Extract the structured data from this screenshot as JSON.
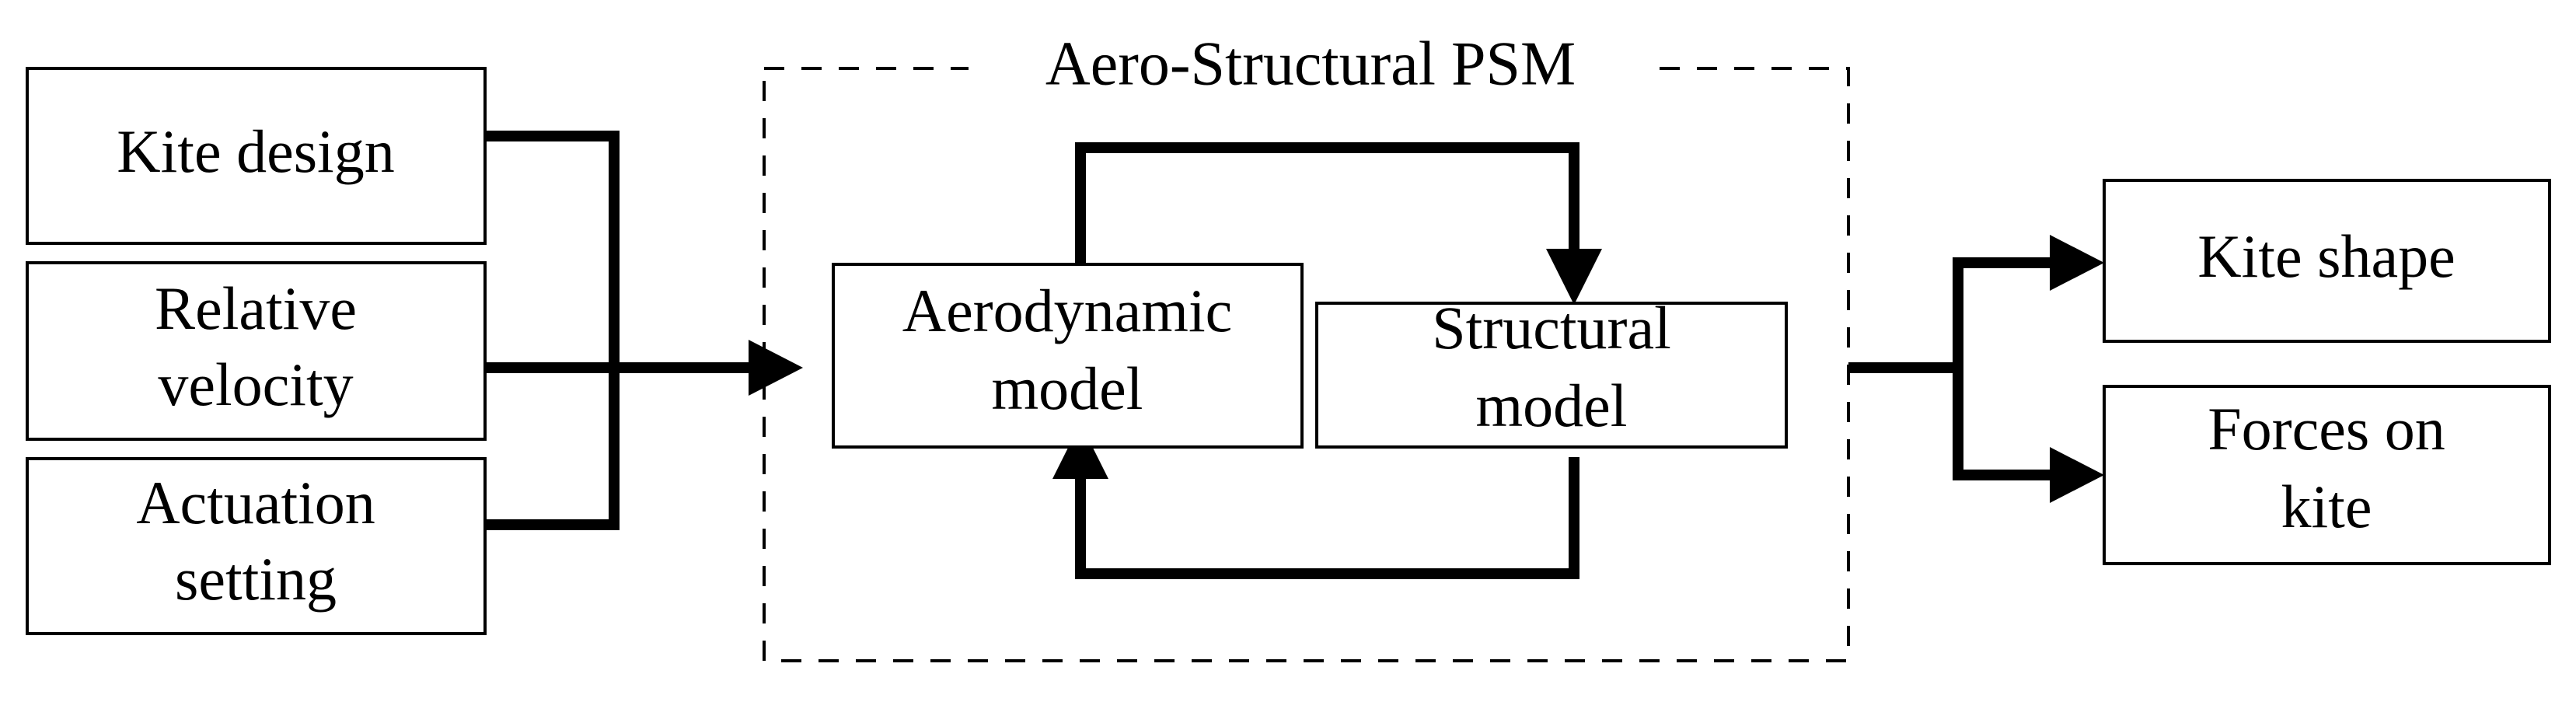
{
  "diagram": {
    "title": "Aero-Structural PSM flow diagram",
    "colors": {
      "background": "#ffffff",
      "stroke": "#000000",
      "box_fill": "#ffffff",
      "flow": "#000000"
    },
    "inputs": [
      {
        "id": "kite-design",
        "label": "Kite design",
        "lines": [
          "Kite design"
        ]
      },
      {
        "id": "relative-velocity",
        "label": "Relative velocity",
        "lines": [
          "Relative",
          "velocity"
        ]
      },
      {
        "id": "actuation-setting",
        "label": "Actuation setting",
        "lines": [
          "Actuation",
          "setting"
        ]
      }
    ],
    "psm": {
      "title": "Aero-Structural PSM",
      "models": [
        {
          "id": "aerodynamic-model",
          "label": "Aerodynamic model",
          "lines": [
            "Aerodynamic",
            "model"
          ]
        },
        {
          "id": "structural-model",
          "label": "Structural model",
          "lines": [
            "Structural",
            "model"
          ]
        }
      ]
    },
    "outputs": [
      {
        "id": "kite-shape",
        "label": "Kite shape",
        "lines": [
          "Kite shape"
        ]
      },
      {
        "id": "forces-on-kite",
        "label": "Forces on kite",
        "lines": [
          "Forces on",
          "kite"
        ]
      }
    ]
  }
}
